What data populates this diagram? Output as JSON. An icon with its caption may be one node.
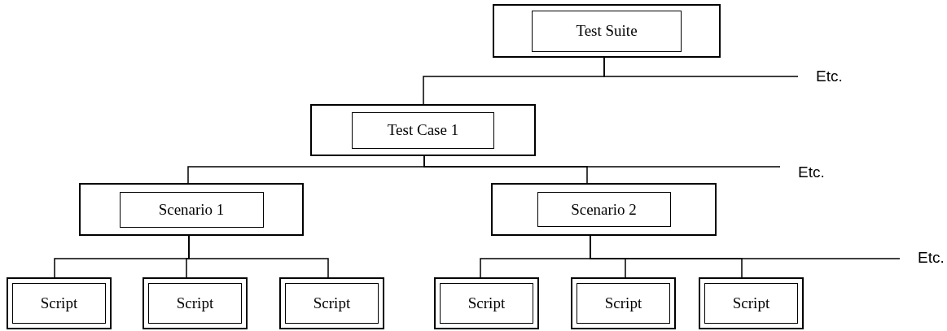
{
  "diagram": {
    "nodes": [
      {
        "text": [
          "Test Suite"
        ]
      },
      {
        "text": [
          "Etc."
        ]
      },
      {
        "text": [
          "Test Case 1"
        ]
      },
      {
        "text": [
          "Etc."
        ]
      },
      {
        "text": [
          "Scenario 1"
        ]
      },
      {
        "text": [
          "Scenario 2"
        ]
      },
      {
        "text": [
          "Etc."
        ]
      },
      {
        "text": [
          "Script"
        ]
      },
      {
        "text": [
          "Script"
        ]
      },
      {
        "text": [
          "Script"
        ]
      },
      {
        "text": [
          "Script"
        ]
      },
      {
        "text": [
          "Script"
        ]
      },
      {
        "text": [
          "Script"
        ]
      }
    ],
    "edges": [
      {
        "from": 0,
        "to": 2,
        "arrow": "none"
      },
      {
        "from": 0,
        "to": 1,
        "arrow": "none"
      },
      {
        "from": 2,
        "to": 4,
        "arrow": "none"
      },
      {
        "from": 2,
        "to": 5,
        "arrow": "none"
      },
      {
        "from": 2,
        "to": 3,
        "arrow": "none"
      },
      {
        "from": 4,
        "to": 7,
        "arrow": "none"
      },
      {
        "from": 4,
        "to": 8,
        "arrow": "none"
      },
      {
        "from": 4,
        "to": 9,
        "arrow": "none"
      },
      {
        "from": 5,
        "to": 10,
        "arrow": "none"
      },
      {
        "from": 5,
        "to": 11,
        "arrow": "none"
      },
      {
        "from": 5,
        "to": 12,
        "arrow": "none"
      },
      {
        "from": 5,
        "to": 6,
        "arrow": "none"
      }
    ]
  }
}
